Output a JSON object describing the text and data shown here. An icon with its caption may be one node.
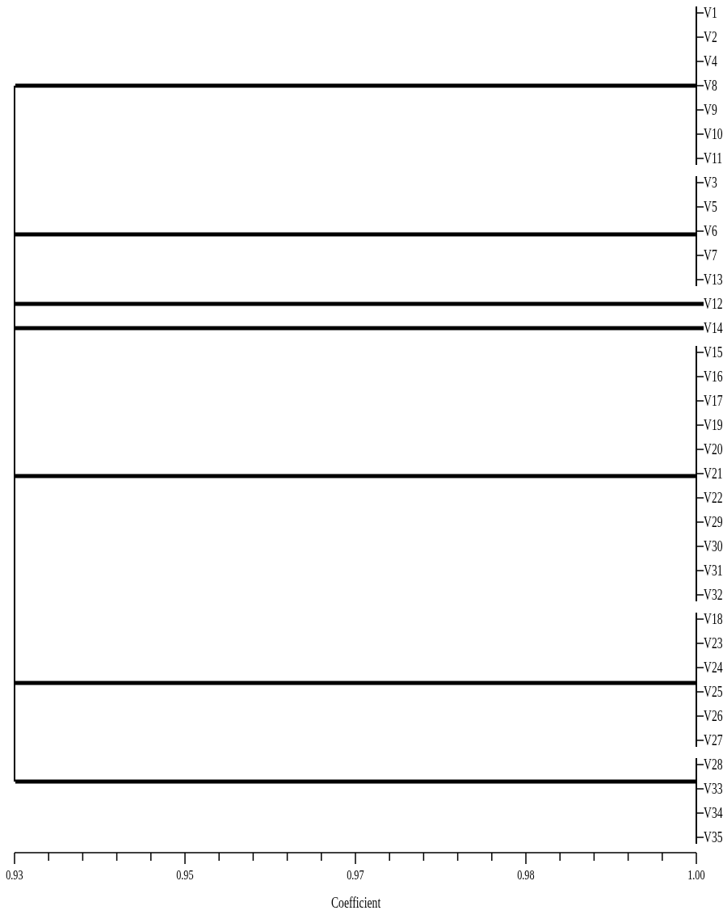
{
  "diagram": {
    "nodes": [
      {
        "text": [],
        "shape": "bar"
      },
      {
        "text": [],
        "shape": "bar"
      },
      {
        "text": [
          "V1"
        ]
      },
      {
        "text": [
          "V2"
        ]
      },
      {
        "text": [
          "V4"
        ]
      },
      {
        "text": [
          "V8"
        ]
      },
      {
        "text": [
          "V9"
        ]
      },
      {
        "text": [
          "V10"
        ]
      },
      {
        "text": [
          "V11"
        ]
      },
      {
        "text": [],
        "shape": "bar"
      },
      {
        "text": [
          "V3"
        ]
      },
      {
        "text": [
          "V5"
        ]
      },
      {
        "text": [
          "V6"
        ]
      },
      {
        "text": [
          "V7"
        ]
      },
      {
        "text": [
          "V13"
        ]
      },
      {
        "text": [
          "V12"
        ]
      },
      {
        "text": [
          "V14"
        ]
      },
      {
        "text": [],
        "shape": "bar"
      },
      {
        "text": [
          "V15"
        ]
      },
      {
        "text": [
          "V16"
        ]
      },
      {
        "text": [
          "V17"
        ]
      },
      {
        "text": [
          "V19"
        ]
      },
      {
        "text": [
          "V20"
        ]
      },
      {
        "text": [
          "V21"
        ]
      },
      {
        "text": [
          "V22"
        ]
      },
      {
        "text": [
          "V29"
        ]
      },
      {
        "text": [
          "V30"
        ]
      },
      {
        "text": [
          "V31"
        ]
      },
      {
        "text": [
          "V32"
        ]
      },
      {
        "text": [],
        "shape": "bar"
      },
      {
        "text": [
          "V18"
        ]
      },
      {
        "text": [
          "V23"
        ]
      },
      {
        "text": [
          "V24"
        ]
      },
      {
        "text": [
          "V25"
        ]
      },
      {
        "text": [
          "V26"
        ]
      },
      {
        "text": [
          "V27"
        ]
      },
      {
        "text": [],
        "shape": "bar"
      },
      {
        "text": [
          "V28"
        ]
      },
      {
        "text": [
          "V33"
        ]
      },
      {
        "text": [
          "V34"
        ]
      },
      {
        "text": [
          "V35"
        ]
      }
    ],
    "edges": [
      {
        "from": 0,
        "to": 1,
        "arrow": "none",
        "style": "thick"
      },
      {
        "from": 1,
        "to": 2,
        "arrow": "none"
      },
      {
        "from": 1,
        "to": 3,
        "arrow": "none"
      },
      {
        "from": 1,
        "to": 4,
        "arrow": "none"
      },
      {
        "from": 1,
        "to": 5,
        "arrow": "none"
      },
      {
        "from": 1,
        "to": 6,
        "arrow": "none"
      },
      {
        "from": 1,
        "to": 7,
        "arrow": "none"
      },
      {
        "from": 1,
        "to": 8,
        "arrow": "none"
      },
      {
        "from": 0,
        "to": 9,
        "arrow": "none",
        "style": "thick"
      },
      {
        "from": 9,
        "to": 10,
        "arrow": "none"
      },
      {
        "from": 9,
        "to": 11,
        "arrow": "none"
      },
      {
        "from": 9,
        "to": 12,
        "arrow": "none"
      },
      {
        "from": 9,
        "to": 13,
        "arrow": "none"
      },
      {
        "from": 9,
        "to": 14,
        "arrow": "none"
      },
      {
        "from": 0,
        "to": 15,
        "arrow": "none",
        "style": "thick"
      },
      {
        "from": 0,
        "to": 16,
        "arrow": "none",
        "style": "thick"
      },
      {
        "from": 0,
        "to": 17,
        "arrow": "none",
        "style": "thick"
      },
      {
        "from": 17,
        "to": 18,
        "arrow": "none"
      },
      {
        "from": 17,
        "to": 19,
        "arrow": "none"
      },
      {
        "from": 17,
        "to": 20,
        "arrow": "none"
      },
      {
        "from": 17,
        "to": 21,
        "arrow": "none"
      },
      {
        "from": 17,
        "to": 22,
        "arrow": "none"
      },
      {
        "from": 17,
        "to": 23,
        "arrow": "none"
      },
      {
        "from": 17,
        "to": 24,
        "arrow": "none"
      },
      {
        "from": 17,
        "to": 25,
        "arrow": "none"
      },
      {
        "from": 17,
        "to": 26,
        "arrow": "none"
      },
      {
        "from": 17,
        "to": 27,
        "arrow": "none"
      },
      {
        "from": 17,
        "to": 28,
        "arrow": "none"
      },
      {
        "from": 0,
        "to": 29,
        "arrow": "none",
        "style": "thick"
      },
      {
        "from": 29,
        "to": 30,
        "arrow": "none"
      },
      {
        "from": 29,
        "to": 31,
        "arrow": "none"
      },
      {
        "from": 29,
        "to": 32,
        "arrow": "none"
      },
      {
        "from": 29,
        "to": 33,
        "arrow": "none"
      },
      {
        "from": 29,
        "to": 34,
        "arrow": "none"
      },
      {
        "from": 29,
        "to": 35,
        "arrow": "none"
      },
      {
        "from": 0,
        "to": 36,
        "arrow": "none",
        "style": "thick"
      },
      {
        "from": 36,
        "to": 37,
        "arrow": "none"
      },
      {
        "from": 36,
        "to": 38,
        "arrow": "none"
      },
      {
        "from": 36,
        "to": 39,
        "arrow": "none"
      },
      {
        "from": 36,
        "to": 40,
        "arrow": "none"
      }
    ],
    "labels": [
      "0.93",
      "0.95",
      "0.97",
      "0.98",
      "1.00",
      "Coefficient"
    ]
  }
}
